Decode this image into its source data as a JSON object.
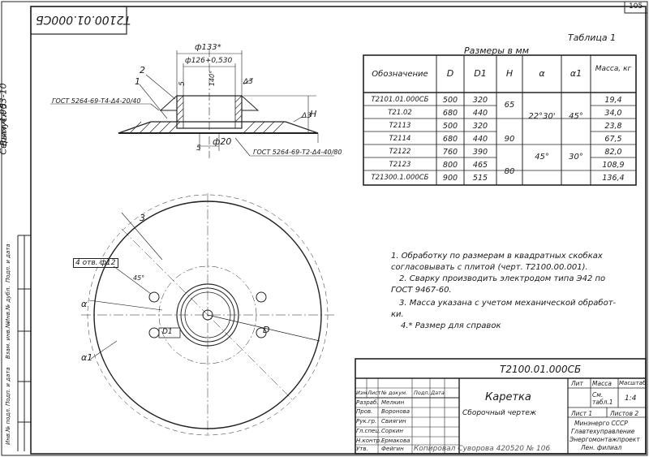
{
  "page_number": "105",
  "top_code": "T2100.01.000СБ",
  "side_labels": {
    "series": "Серия 4.903-10",
    "issue": "Выпуск 5",
    "inv_orig": "Инв.№ подл.",
    "sign_date": "Подп. и дата",
    "inv_dup": "Взам. инв.№",
    "inv_dup2": "Инв.№ дубл.",
    "sign_date2": "Подп. и дата"
  },
  "section": {
    "dim_133": "ф133*",
    "dim_126": "ф126+0,530",
    "dim_20": "ф20",
    "dim_5": "5",
    "dim_h": "H",
    "angle_140": "140°",
    "chamfer": "Δ3",
    "chamfer2": "Δ3",
    "gost_top": "ГОСТ 5264-69-Т4-Δ4-20/40",
    "gost_bottom": "ГОСТ 5264-69-Т2-Δ4-40/80",
    "pos1": "1",
    "pos2": "2",
    "bottom_5": "5"
  },
  "plan": {
    "pos3": "3",
    "holes": "4 отв. ф12",
    "dim_d": "D",
    "dim_d1": "D1",
    "dim_alpha": "α",
    "dim_alpha1": "α1",
    "angle_45": "45°"
  },
  "table": {
    "caption": "Таблица 1",
    "subtitle": "Размеры в мм",
    "headers": [
      "Обозначение",
      "D",
      "D1",
      "H",
      "α",
      "α1",
      "Масса, кг"
    ],
    "rows": [
      [
        "Т2101.01.000СБ",
        "500",
        "320",
        "",
        "",
        "",
        "19,4"
      ],
      [
        "Т21.02",
        "680",
        "440",
        "",
        "",
        "",
        "34,0"
      ],
      [
        "Т2113",
        "500",
        "320",
        "",
        "",
        "",
        "23,8"
      ],
      [
        "Т2114",
        "680",
        "440",
        "",
        "",
        "",
        "67,5"
      ],
      [
        "Т2122",
        "760",
        "390",
        "",
        "",
        "",
        "82,0"
      ],
      [
        "Т2123",
        "800",
        "465",
        "",
        "",
        "",
        "108,9"
      ],
      [
        "Т21300.1.000СБ",
        "900",
        "515",
        "",
        "",
        "",
        "136,4"
      ]
    ],
    "merged": {
      "h_65": "65",
      "h_90": "90",
      "h_80": "80",
      "alpha_a": "22°30'",
      "alpha_b": "45°",
      "alpha1_a": "45°",
      "alpha1_b": "30°"
    }
  },
  "notes": [
    "1. Обработку по размерам в квадратных скобках",
    "согласовывать с плитой (черт. Т2100.00.001).",
    "2. Сварку производить электродом типа Э42 по",
    "ГОСТ 9467-60.",
    "3. Масса указана с учетом механической обработ-",
    "ки.",
    "4.* Размер для справок"
  ],
  "title_block": {
    "doc_code": "Т2100.01.000СБ",
    "name": "Каретка",
    "doc_type": "Сборочный чертеж",
    "col_lit": "Лит",
    "col_mass": "Масса",
    "col_scale": "Масштаб",
    "mass_value": "См. табл.1",
    "scale_value": "1:4",
    "sheet_label": "Лист 1",
    "sheets_label": "Листов 2",
    "org_line1": "Минэнерго СССР",
    "org_line2": "Главтехуправление",
    "org_line3": "Энергомонтажпроект",
    "org_line4": "Лен. филиал",
    "header_cols": [
      "Изм",
      "Лист",
      "№ докум.",
      "Подп.",
      "Дата"
    ],
    "staff": [
      {
        "role": "Разраб.",
        "name": "Мелкин"
      },
      {
        "role": "Пров.",
        "name": "Воронова"
      },
      {
        "role": "Рук.гр.",
        "name": "Свиягин"
      },
      {
        "role": "Гл.спец.",
        "name": "Соркин"
      },
      {
        "role": "Н.контр.",
        "name": "Ермакова"
      },
      {
        "role": "Утв.",
        "name": "Фейгин"
      }
    ],
    "footer": "Копировал  Суворова  420520 № 106"
  }
}
